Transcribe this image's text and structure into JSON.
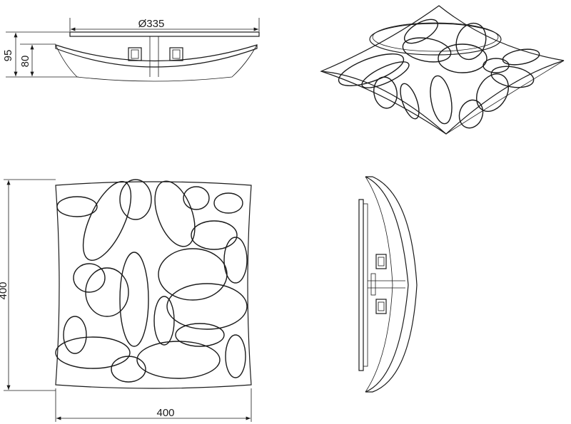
{
  "dimensions": {
    "top_diameter": "Ø335",
    "side_height_total": "95",
    "side_height_inner": "80",
    "front_height": "400",
    "front_width": "400"
  }
}
